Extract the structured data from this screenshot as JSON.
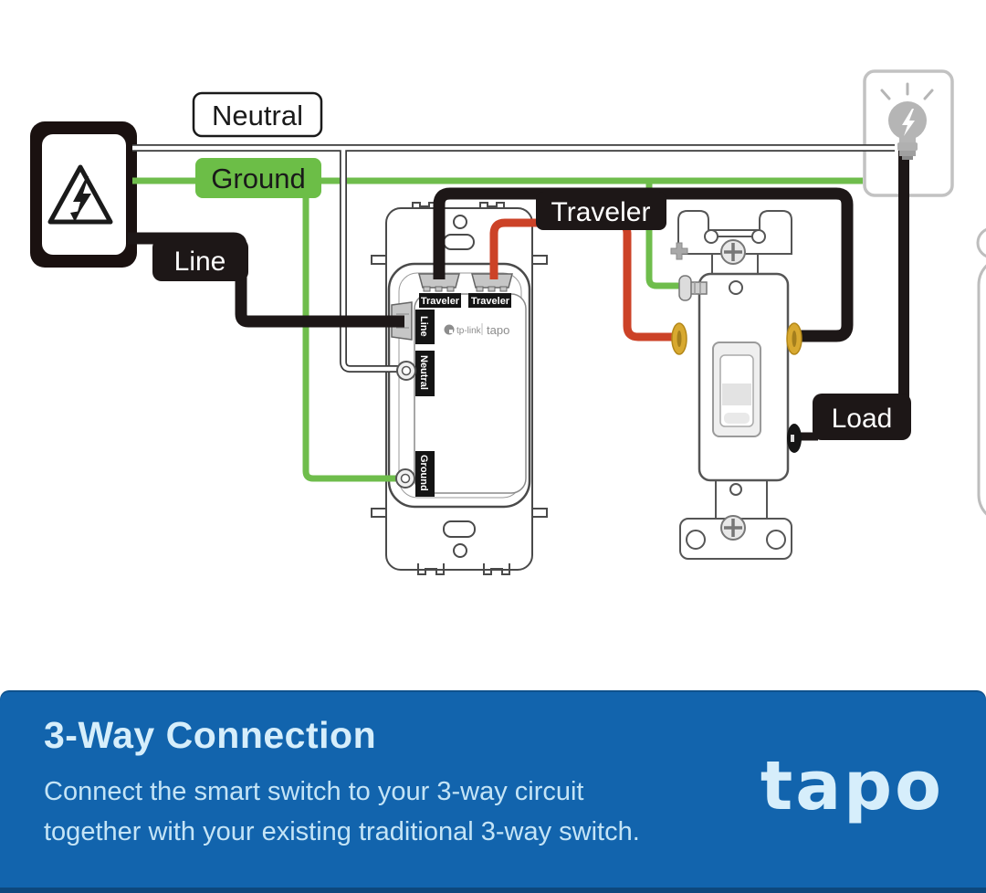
{
  "diagram": {
    "wire_labels": {
      "neutral": "Neutral",
      "ground": "Ground",
      "line": "Line",
      "traveler": "Traveler",
      "load": "Load"
    },
    "smart_switch": {
      "traveler_left_label": "Traveler",
      "traveler_right_label": "Traveler",
      "line_label": "Line",
      "neutral_label": "Neutral",
      "ground_label": "Ground",
      "brand": "tp-link",
      "brand_product": "tapo"
    },
    "icons": {
      "power_source": "high-voltage-triangle-icon",
      "fixture": "light-bulb-icon"
    },
    "wire_colors": {
      "neutral": "#ffffff",
      "neutral_outline": "#3a3a3a",
      "ground": "#6fbd4c",
      "line": "#1d1717",
      "traveler_black": "#1d1717",
      "traveler_red": "#cc4227",
      "load": "#1d1717",
      "terminal_gold": "#d8a930",
      "label_green": "#6cbe47"
    }
  },
  "banner": {
    "title": "3-Way Connection",
    "description_line1": "Connect the smart switch to your 3-way circuit",
    "description_line2": "together with your existing traditional 3-way switch.",
    "logo_text": "tapo",
    "background_color": "#1264ad",
    "title_color": "#d6eefb",
    "text_color": "#c4e4f6"
  }
}
